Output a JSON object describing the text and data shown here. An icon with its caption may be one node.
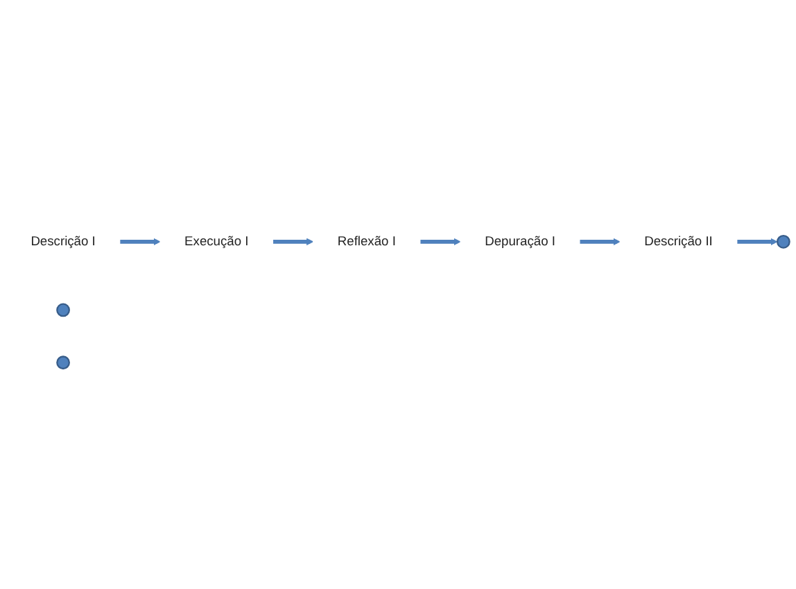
{
  "diagram": {
    "nodes": [
      {
        "text": [
          "Reflexão I"
        ]
      },
      {
        "text": [
          "Depuração I"
        ]
      },
      {
        "text": [
          "Descrição II"
        ]
      },
      {
        "text": [
          "Execução I"
        ]
      },
      {
        "text": [
          "Descrição I"
        ]
      },
      {
        "text": [],
        "shape": "circle"
      },
      {
        "text": [],
        "shape": "circle"
      },
      {
        "text": [],
        "shape": "circle"
      }
    ],
    "edges": [
      {
        "from": 4,
        "to": 3,
        "arrow": "to"
      },
      {
        "from": 3,
        "to": 0,
        "arrow": "to"
      },
      {
        "from": 0,
        "to": 1,
        "arrow": "to"
      },
      {
        "from": 1,
        "to": 2,
        "arrow": "to"
      },
      {
        "from": 2,
        "to": 5,
        "arrow": "to"
      }
    ]
  }
}
